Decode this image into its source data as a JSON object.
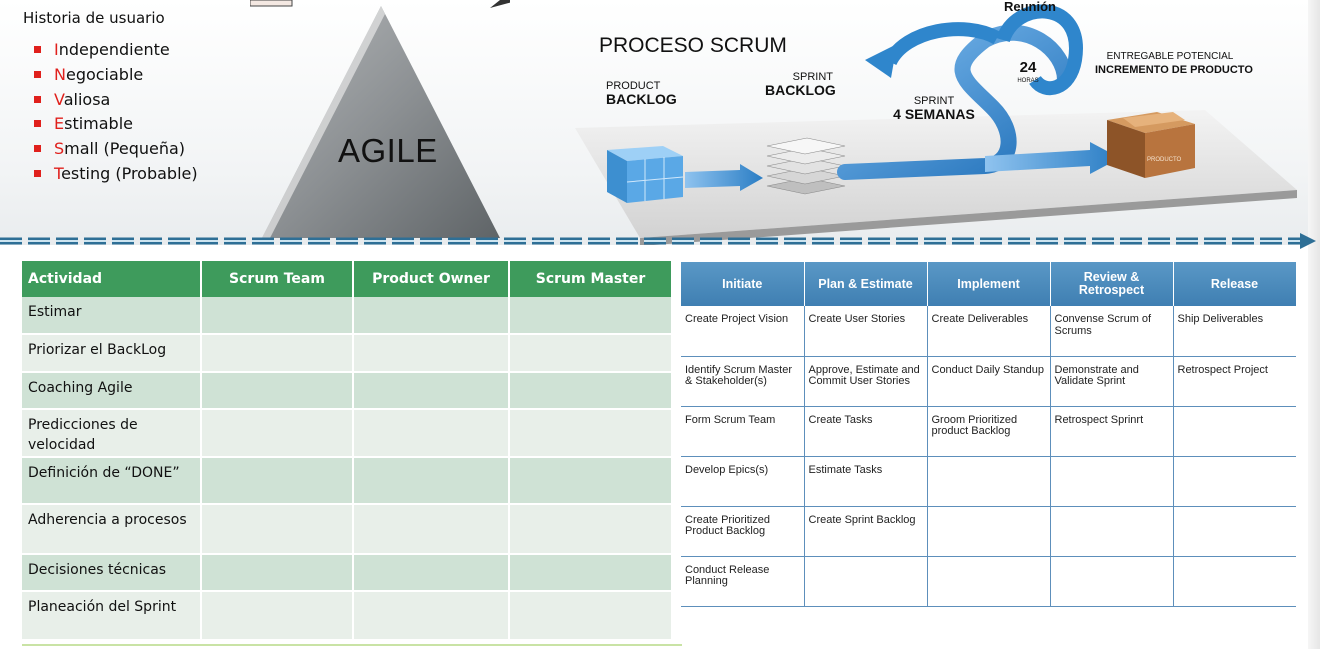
{
  "story": {
    "title": "Historia de usuario",
    "items": [
      {
        "first": "I",
        "rest": "ndependiente"
      },
      {
        "first": "N",
        "rest": "egociable"
      },
      {
        "first": "V",
        "rest": "aliosa"
      },
      {
        "first": "E",
        "rest": "stimable"
      },
      {
        "first": "S",
        "rest": "mall (Pequeña)"
      },
      {
        "first": "T",
        "rest": "esting (Probable)"
      }
    ]
  },
  "agile": {
    "label": "AGILE"
  },
  "scrum": {
    "title": "PROCESO SCRUM",
    "reunion": "Reunión",
    "product_backlog": {
      "small": "PRODUCT",
      "big": "BACKLOG"
    },
    "sprint_backlog": {
      "small": "SPRINT",
      "big": "BACKLOG"
    },
    "sprint": {
      "small": "SPRINT",
      "big": "4 SEMANAS"
    },
    "hours": {
      "big": "24",
      "small": "HORAS"
    },
    "deliverable": {
      "small": "ENTREGABLE POTENCIAL",
      "big": "INCREMENTO DE PRODUCTO"
    },
    "box_label": "PRODUCTO",
    "colors": {
      "arrow": "#2f86cc",
      "cubes": "#4a9fe0",
      "box": "#b8743e"
    }
  },
  "activity_table": {
    "headers": [
      "Actividad",
      "Scrum Team",
      "Product Owner",
      "Scrum Master"
    ],
    "rows": [
      {
        "activity": "Estimar"
      },
      {
        "activity": "Priorizar el BackLog"
      },
      {
        "activity": "Coaching Agile"
      },
      {
        "activity": "Predicciones de velocidad"
      },
      {
        "activity": "Definición de “DONE”"
      },
      {
        "activity": "Adherencia a procesos"
      },
      {
        "activity": "Decisiones técnicas"
      },
      {
        "activity": "Planeación del Sprint"
      }
    ],
    "colors": {
      "header": "#3e9b5c",
      "row_a": "#cfe2d5",
      "row_b": "#e8efe9"
    }
  },
  "process_table": {
    "headers": [
      "Initiate",
      "Plan & Estimate",
      "Implement",
      "Review & Retrospect",
      "Release"
    ],
    "rows": [
      [
        "Create Project Vision",
        "Create User Stories",
        "Create Deliverables",
        "Convense Scrum of Scrums",
        "Ship Deliverables"
      ],
      [
        "Identify Scrum Master & Stakeholder(s)",
        "Approve, Estimate and Commit User Stories",
        "Conduct Daily Standup",
        "Demonstrate and Validate Sprint",
        "Retrospect Project"
      ],
      [
        "Form Scrum Team",
        "Create Tasks",
        "Groom Prioritized product Backlog",
        "Retrospect Sprinrt",
        ""
      ],
      [
        "Develop Epics(s)",
        "Estimate Tasks",
        "",
        "",
        ""
      ],
      [
        "Create Prioritized Product Backlog",
        "Create Sprint Backlog",
        "",
        "",
        ""
      ],
      [
        "Conduct Release Planning",
        "",
        "",
        "",
        ""
      ]
    ],
    "colors": {
      "header": "#4a8bbd"
    }
  }
}
